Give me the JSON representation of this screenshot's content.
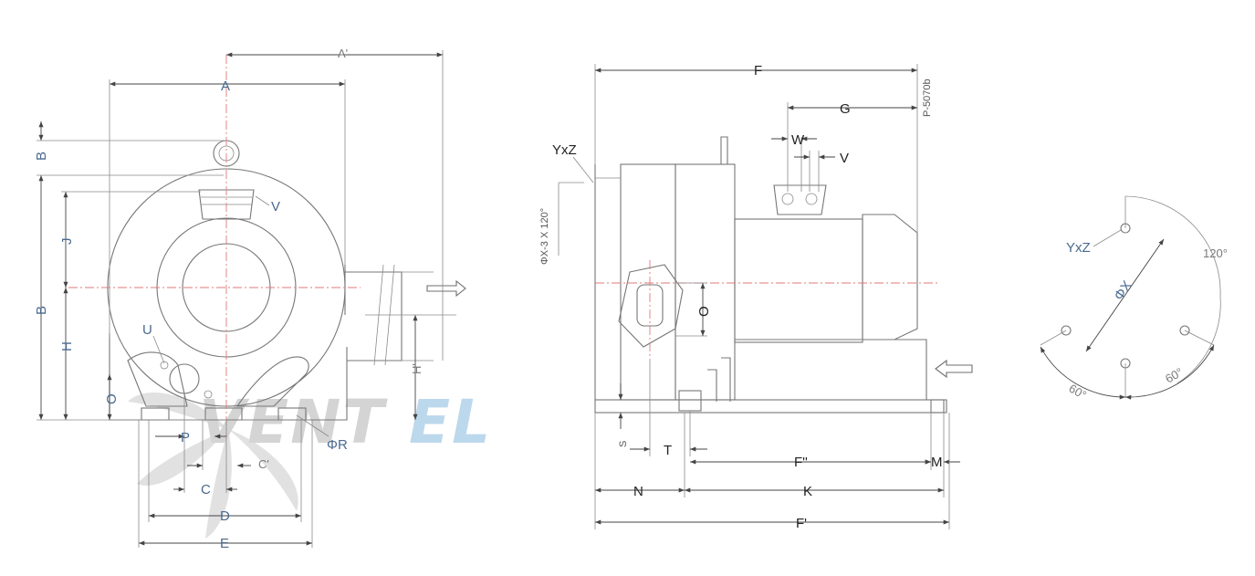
{
  "colors": {
    "line": "#6f6f6f",
    "centerline": "#e07a7a",
    "label_blue": "#4a6a90",
    "watermark_grey": "#d4d4d4",
    "watermark_blue": "#bcd8ec"
  },
  "watermark": {
    "text_grey": "VENT",
    "text_blue": "EL"
  },
  "front_view": {
    "labels": {
      "A_prime": "A'",
      "A": "A",
      "B_top": "B",
      "B": "B",
      "J": "J",
      "V": "V",
      "H": "H",
      "H_prime": "H'",
      "U": "U",
      "O": "O",
      "P": "P",
      "C": "C",
      "C_prime": "C'",
      "D": "D",
      "E": "E",
      "R": "ΦR"
    }
  },
  "side_view": {
    "labels": {
      "F": "F",
      "G": "G",
      "W": "W",
      "V": "V",
      "YxZ": "YxZ",
      "bolt_circle": "ΦX-3 X 120°",
      "O": "O",
      "S": "S",
      "T": "T",
      "F_dbl": "F''",
      "M": "M",
      "N": "N",
      "K": "K",
      "F_prime": "F'"
    },
    "drawing_no": "P-5070b"
  },
  "flange_view": {
    "labels": {
      "YxZ": "YxZ",
      "phi_X": "ΦX",
      "angle_120": "120°",
      "angle_60_left": "60°",
      "angle_60_right": "60°"
    }
  }
}
